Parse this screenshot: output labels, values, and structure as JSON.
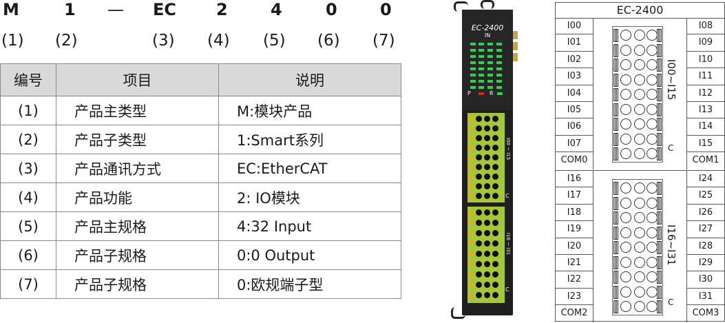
{
  "model_code": {
    "chars": [
      "M",
      "1",
      "—",
      "EC",
      "2",
      "4",
      "0",
      "0"
    ],
    "nums": [
      "(1)",
      "(2)",
      "(3)",
      "(4)",
      "(5)",
      "(6)",
      "(7)"
    ]
  },
  "spec_table": {
    "headers": [
      "编号",
      "项目",
      "说明"
    ],
    "rows": [
      [
        "(1)",
        "产品主类型",
        "M:模块产品"
      ],
      [
        "(2)",
        "产品子类型",
        "1:Smart系列"
      ],
      [
        "(3)",
        "产品通讯方式",
        "EC:EtherCAT"
      ],
      [
        "(4)",
        "产品功能",
        "2: IO模块"
      ],
      [
        "(5)",
        "产品主规格",
        "4:32 Input"
      ],
      [
        "(6)",
        "产品子规格",
        "0:0 Output"
      ],
      [
        "(7)",
        "产品子规格",
        "0:欧规端子型"
      ]
    ]
  },
  "device": {
    "label": "EC-2400",
    "in_label": "IN",
    "p_label": "P",
    "r_label": "R",
    "block1_text": "I00 ~ I15",
    "block2_text": "I16 ~ I31",
    "c_label": "C",
    "led_color": "#2fd14f",
    "body_color": "#1e1e1e",
    "terminal_color": "#a6c63a"
  },
  "wiring": {
    "title": "EC-2400",
    "top": {
      "left": [
        "I00",
        "I01",
        "I02",
        "I03",
        "I04",
        "I05",
        "I06",
        "I07",
        "COM0"
      ],
      "right": [
        "I08",
        "I09",
        "I10",
        "I11",
        "I12",
        "I13",
        "I14",
        "I15",
        "COM1"
      ],
      "range": "I00~I15",
      "c_label": "C"
    },
    "bottom": {
      "left": [
        "I16",
        "I17",
        "I18",
        "I19",
        "I20",
        "I21",
        "I22",
        "I23",
        "COM2"
      ],
      "right": [
        "I24",
        "I25",
        "I26",
        "I27",
        "I28",
        "I29",
        "I30",
        "I31",
        "COM3"
      ],
      "range": "I16~I31",
      "c_label": "C"
    }
  }
}
